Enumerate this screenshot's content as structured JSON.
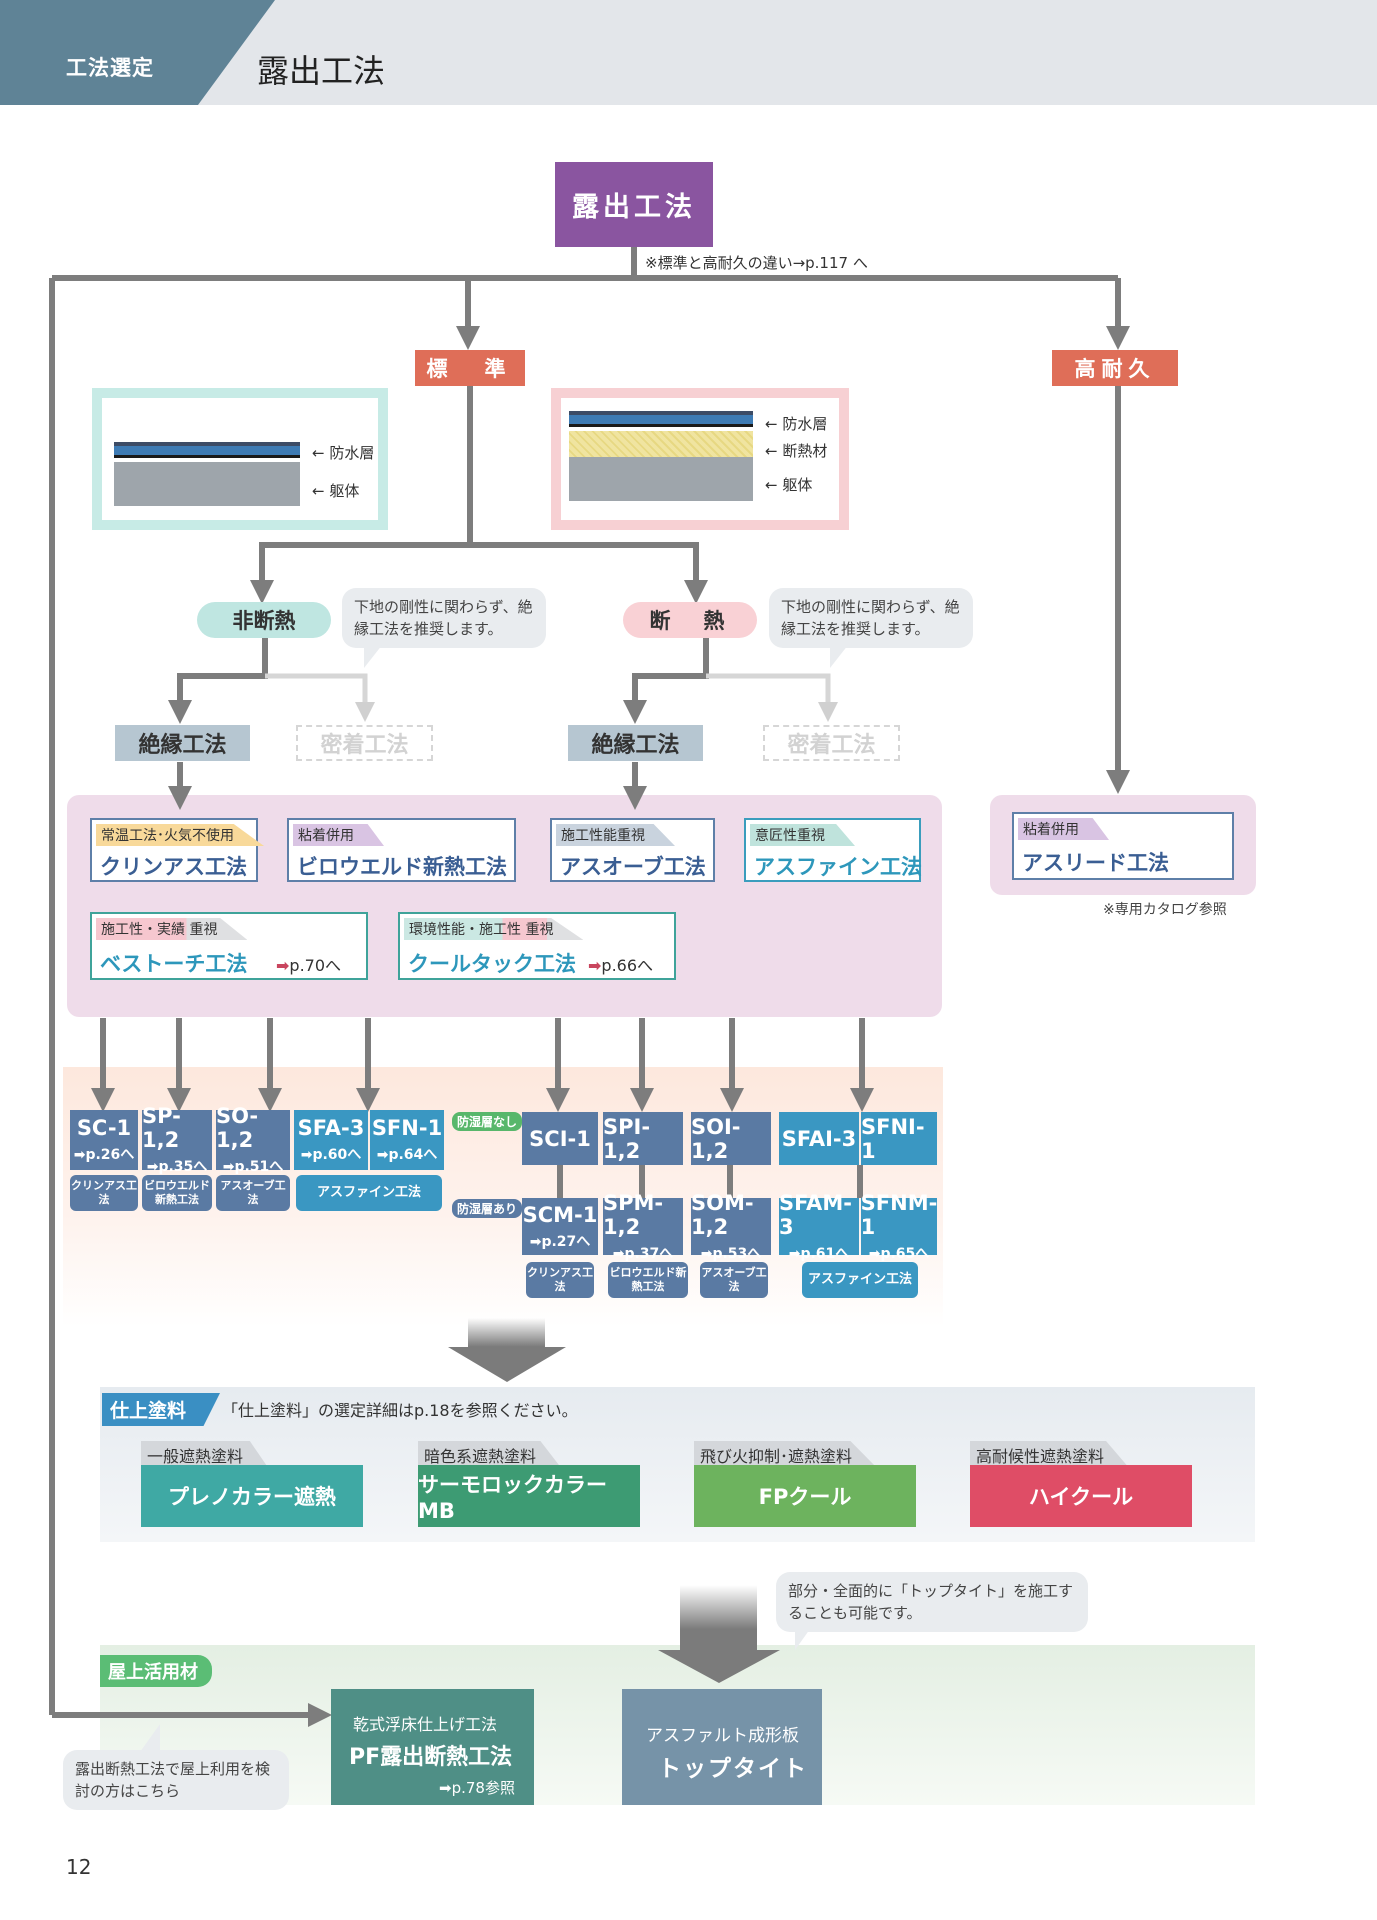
{
  "header": {
    "category": "工法選定",
    "title": "露出工法"
  },
  "top": {
    "main": "露出工法",
    "note": "※標準と高耐久の違い→p.117 へ",
    "standard": "標　準",
    "high_durability": "高耐久"
  },
  "sections": {
    "standard_layers": [
      "← 防水層",
      "← 躯体"
    ],
    "insulated_layers": [
      "← 防水層",
      "← 断熱材",
      "← 躯体"
    ]
  },
  "branches": {
    "non_insulated": "非断熱",
    "insulated": "断　熱",
    "bubble_left": "下地の剛性に関わらず、絶縁工法を推奨します。",
    "bubble_right": "下地の剛性に関わらず、絶縁工法を推奨します。",
    "insulation_method_left": "絶縁工法",
    "adhesion_method_left": "密着工法",
    "insulation_method_right": "絶縁工法",
    "adhesion_method_right": "密着工法"
  },
  "methods": [
    {
      "tag": "常温工法･火気不使用",
      "name": "クリンアス工法"
    },
    {
      "tag": "粘着併用",
      "name": "ビロウエルド新熱工法"
    },
    {
      "tag": "施工性能重視",
      "name": "アスオーブ工法"
    },
    {
      "tag": "意匠性重視",
      "name": "アスファイン工法"
    },
    {
      "tag": "施工性・実績 重視",
      "name": "ベストーチ工法",
      "ref": "p.70へ"
    },
    {
      "tag": "環境性能・施工性 重視",
      "name": "クールタック工法",
      "ref": "p.66へ"
    }
  ],
  "high_method": {
    "tag": "粘着併用",
    "name": "アスリード工法",
    "note": "※専用カタログ参照"
  },
  "codes_left": [
    {
      "code": "SC-1",
      "page": "p.26へ"
    },
    {
      "code": "SP-1,2",
      "page": "p.35へ"
    },
    {
      "code": "SO-1,2",
      "page": "p.51へ"
    },
    {
      "code": "SFA-3",
      "page": "p.60へ"
    },
    {
      "code": "SFN-1",
      "page": "p.64へ"
    }
  ],
  "codes_left_labels": [
    "クリンアス工法",
    "ビロウエルド新熱工法",
    "アスオーブ工法",
    "アスファイン工法"
  ],
  "moisture_none": "防湿層なし",
  "moisture_yes": "防湿層あり",
  "codes_right_top": [
    "SCI-1",
    "SPI-1,2",
    "SOI-1,2",
    "SFAI-3",
    "SFNI-1"
  ],
  "codes_right_bottom": [
    {
      "code": "SCM-1",
      "page": "p.27へ"
    },
    {
      "code": "SPM-1,2",
      "page": "p.37へ"
    },
    {
      "code": "SOM-1,2",
      "page": "p.53へ"
    },
    {
      "code": "SFAM-3",
      "page": "p.61へ"
    },
    {
      "code": "SFNM-1",
      "page": "p.65へ"
    }
  ],
  "codes_right_labels": [
    "クリンアス工法",
    "ビロウエルド新熱工法",
    "アスオーブ工法",
    "アスファイン工法"
  ],
  "finish": {
    "title": "仕上塗料",
    "note": "「仕上塗料」の選定詳細はp.18を参照ください。",
    "items": [
      {
        "tag": "一般遮熱塗料",
        "name": "プレノカラー遮熱",
        "color": "#3fa9a4"
      },
      {
        "tag": "暗色系遮熱塗料",
        "name": "サーモロックカラーMB",
        "color": "#3d9b73"
      },
      {
        "tag": "飛び火抑制･遮熱塗料",
        "name": "FPクール",
        "color": "#6db35e"
      },
      {
        "tag": "高耐候性遮熱塗料",
        "name": "ハイクール",
        "color": "#df4d66"
      }
    ]
  },
  "rooftop": {
    "title": "屋上活用材",
    "bubble_top": "部分・全面的に「トップタイト」を施工することも可能です。",
    "bubble_left": "露出断熱工法で屋上利用を検討の方はこちら",
    "pf_sub": "乾式浮床仕上げ工法",
    "pf_name": "PF露出断熱工法",
    "pf_ref": "p.78参照",
    "tt_sub": "アスファルト成形板",
    "tt_name": "トップタイト"
  },
  "page_number": "12"
}
